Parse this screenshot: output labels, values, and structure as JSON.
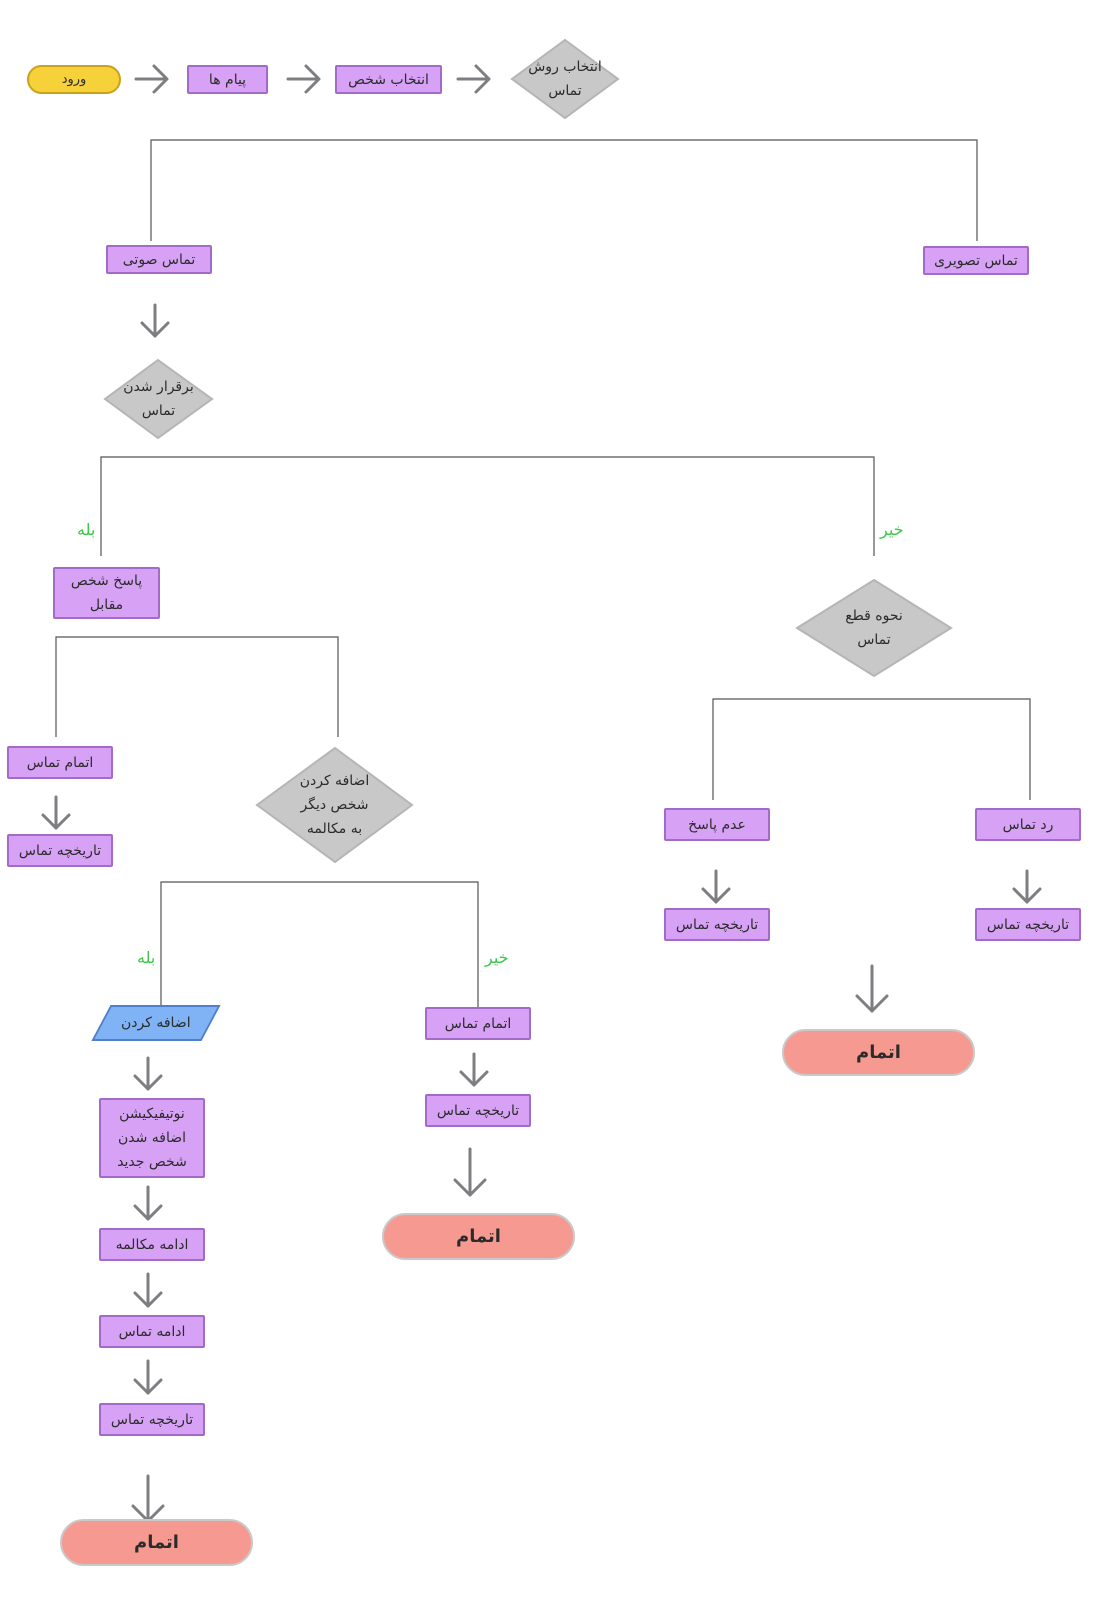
{
  "diagram": {
    "nodes": {
      "login": "ورود",
      "messages": "پیام ها",
      "select_person": "انتخاب شخص",
      "select_method": "انتخاب روش\nتماس",
      "voice_call": "تماس صوتی",
      "video_call": "تماس تصویری",
      "connect_call": "برقرار شدن\nتماس",
      "answer": "پاسخ شخص\nمقابل",
      "how_disconnect": "نحوه قطع\nتماس",
      "end_call_a": "اتمام تماس",
      "history_a": "تاریخچه تماس",
      "add_person": "اضافه کردن\nشخص دیگر\nبه مکالمه",
      "no_answer": "عدم پاسخ",
      "reject": "رد تماس",
      "history_noans": "تاریخچه تماس",
      "history_reject": "تاریخچه تماس",
      "add_action": "اضافه کردن",
      "end_call_b": "اتمام تماس",
      "history_b": "تاریخچه تماس",
      "notification": "نوتیفیکیشن\nاضافه شدن\nشخص جدید",
      "continue_conversation": "ادامه مکالمه",
      "continue_call": "ادامه تماس",
      "history_c": "تاریخچه تماس",
      "finish_right": "اتمام",
      "finish_middle": "اتمام",
      "finish_left": "اتمام"
    },
    "labels": {
      "yes_connect": "بله",
      "no_connect": "خیر",
      "yes_add": "بله",
      "no_add": "خیر"
    },
    "colors": {
      "process": "#d7a2f6",
      "decision": "#c8c8c8",
      "start": "#f7d13a",
      "end": "#f69a91",
      "io": "#80b3f6",
      "arrow": "#7d7d82",
      "line": "#555555",
      "yes_no_label": "#3cc94a"
    }
  }
}
